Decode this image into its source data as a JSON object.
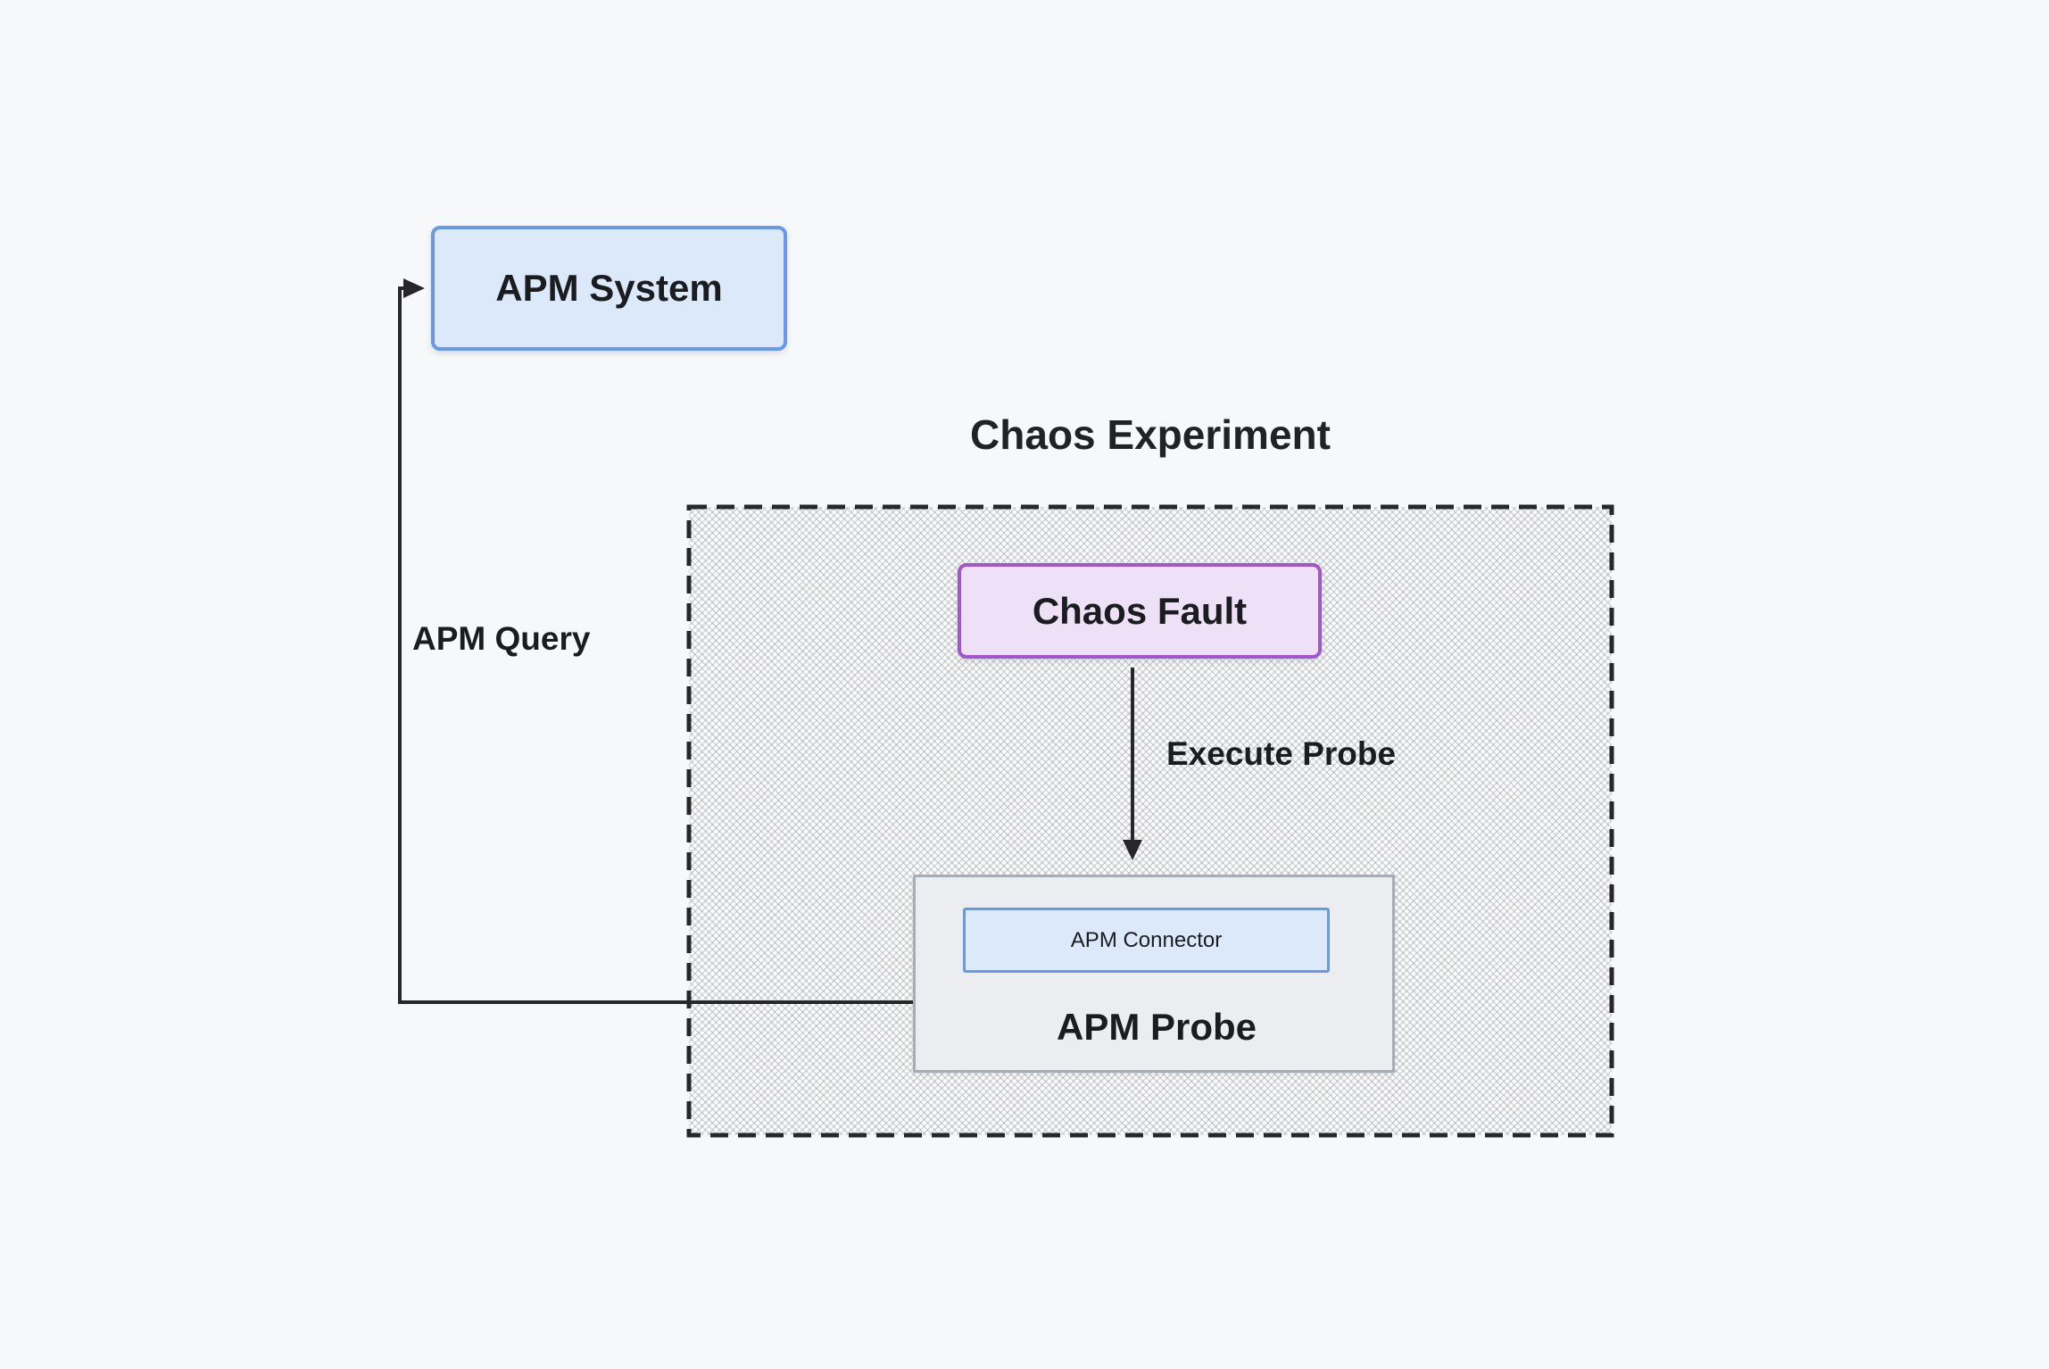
{
  "canvas": {
    "background": "#f6f8fa",
    "line_color": "#27272a",
    "text_color": "#1b1c1f"
  },
  "experiment_group": {
    "title": "Chaos Experiment",
    "border_color": "#27272a",
    "hatch_color": "#7d8288"
  },
  "nodes": {
    "apm_system": {
      "label": "APM System",
      "fill": "#dbe9fb",
      "border": "#6699ea"
    },
    "chaos_fault": {
      "label": "Chaos Fault",
      "fill": "#eee0f7",
      "border": "#a155cf"
    },
    "apm_probe": {
      "label": "APM Probe",
      "fill": "#ebedf0",
      "border": "#a7adb7"
    },
    "apm_connector": {
      "label": "APM Connector",
      "fill": "#dbe9fb",
      "border": "#6699ea"
    }
  },
  "edges": {
    "apm_query": {
      "label": "APM Query",
      "from": "APM Probe",
      "to": "APM System"
    },
    "execute_probe": {
      "label": "Execute Probe",
      "from": "Chaos Fault",
      "to": "APM Probe"
    }
  }
}
